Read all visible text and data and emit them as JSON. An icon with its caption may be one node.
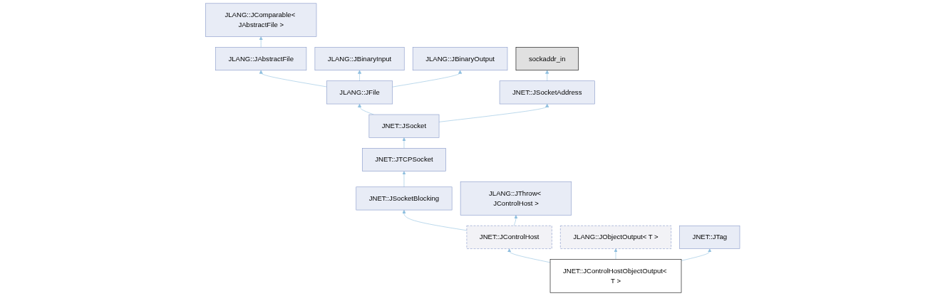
{
  "diagram": {
    "nodes": [
      {
        "text": [
          "JLANG::JComparable< JAbstractFile >"
        ]
      },
      {
        "text": [
          "JLANG::JAbstractFile"
        ]
      },
      {
        "text": [
          "JLANG::JBinaryInput"
        ]
      },
      {
        "text": [
          "JLANG::JBinaryOutput"
        ]
      },
      {
        "text": [
          "sockaddr_in"
        ]
      },
      {
        "text": [
          "JLANG::JFile"
        ]
      },
      {
        "text": [
          "JNET::JSocketAddress"
        ]
      },
      {
        "text": [
          "JNET::JSocket"
        ]
      },
      {
        "text": [
          "JNET::JTCPSocket"
        ]
      },
      {
        "text": [
          "JNET::JSocketBlocking"
        ]
      },
      {
        "text": [
          "JLANG::JThrow< JControlHost >"
        ]
      },
      {
        "text": [
          "JNET::JControlHost"
        ]
      },
      {
        "text": [
          "JLANG::JObjectOutput< T >"
        ]
      },
      {
        "text": [
          "JNET::JTag"
        ]
      },
      {
        "text": [
          "JNET::JControlHostObjectOutput< T >"
        ]
      }
    ],
    "edges": [
      {
        "from": 1,
        "to": 0,
        "arrow": "to"
      },
      {
        "from": 5,
        "to": 1,
        "arrow": "to"
      },
      {
        "from": 5,
        "to": 2,
        "arrow": "to"
      },
      {
        "from": 5,
        "to": 3,
        "arrow": "to"
      },
      {
        "from": 6,
        "to": 4,
        "arrow": "to"
      },
      {
        "from": 7,
        "to": 5,
        "arrow": "to"
      },
      {
        "from": 7,
        "to": 6,
        "arrow": "to"
      },
      {
        "from": 8,
        "to": 7,
        "arrow": "to"
      },
      {
        "from": 9,
        "to": 8,
        "arrow": "to"
      },
      {
        "from": 11,
        "to": 9,
        "arrow": "to"
      },
      {
        "from": 11,
        "to": 10,
        "arrow": "to"
      },
      {
        "from": 14,
        "to": 11,
        "arrow": "to"
      },
      {
        "from": 14,
        "to": 12,
        "arrow": "to"
      },
      {
        "from": 14,
        "to": 13,
        "arrow": "to"
      }
    ]
  }
}
